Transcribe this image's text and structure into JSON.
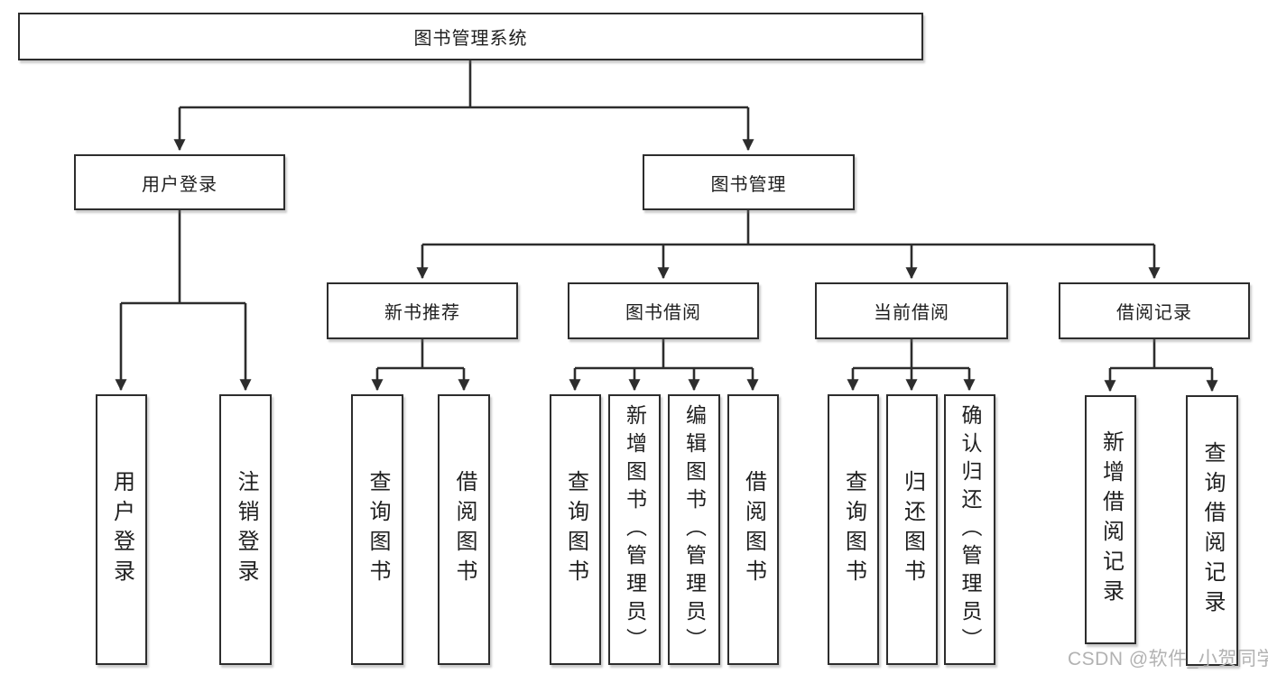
{
  "colors": {
    "line": "#2d2d2d",
    "text": "#1f1f1f",
    "box_bg": "#ffffff",
    "watermark": "#b2b2b2",
    "bg": "#ffffff"
  },
  "watermark": {
    "text": "CSDN @软件_小贺同学"
  },
  "tree": {
    "root": {
      "label": "图书管理系统"
    },
    "level2": [
      {
        "id": "user-login",
        "label": "用户登录"
      },
      {
        "id": "book-management",
        "label": "图书管理"
      }
    ],
    "level3": [
      {
        "id": "new-book-recommend",
        "label": "新书推荐"
      },
      {
        "id": "book-borrowing",
        "label": "图书借阅"
      },
      {
        "id": "current-borrowing",
        "label": "当前借阅"
      },
      {
        "id": "borrow-records",
        "label": "借阅记录"
      }
    ],
    "leaves": {
      "user_login": [
        {
          "label": "用户登录"
        },
        {
          "label": "注销登录"
        }
      ],
      "new_book_recommend": [
        {
          "label": "查询图书"
        },
        {
          "label": "借阅图书"
        }
      ],
      "book_borrowing": [
        {
          "label": "查询图书"
        },
        {
          "label": "新增图书（管理员）"
        },
        {
          "label": "编辑图书（管理员）"
        },
        {
          "label": "借阅图书"
        }
      ],
      "current_borrowing": [
        {
          "label": "查询图书"
        },
        {
          "label": "归还图书"
        },
        {
          "label": "确认归还（管理员）"
        }
      ],
      "borrow_records": [
        {
          "label": "新增借阅记录"
        },
        {
          "label": "查询借阅记录"
        }
      ]
    }
  }
}
